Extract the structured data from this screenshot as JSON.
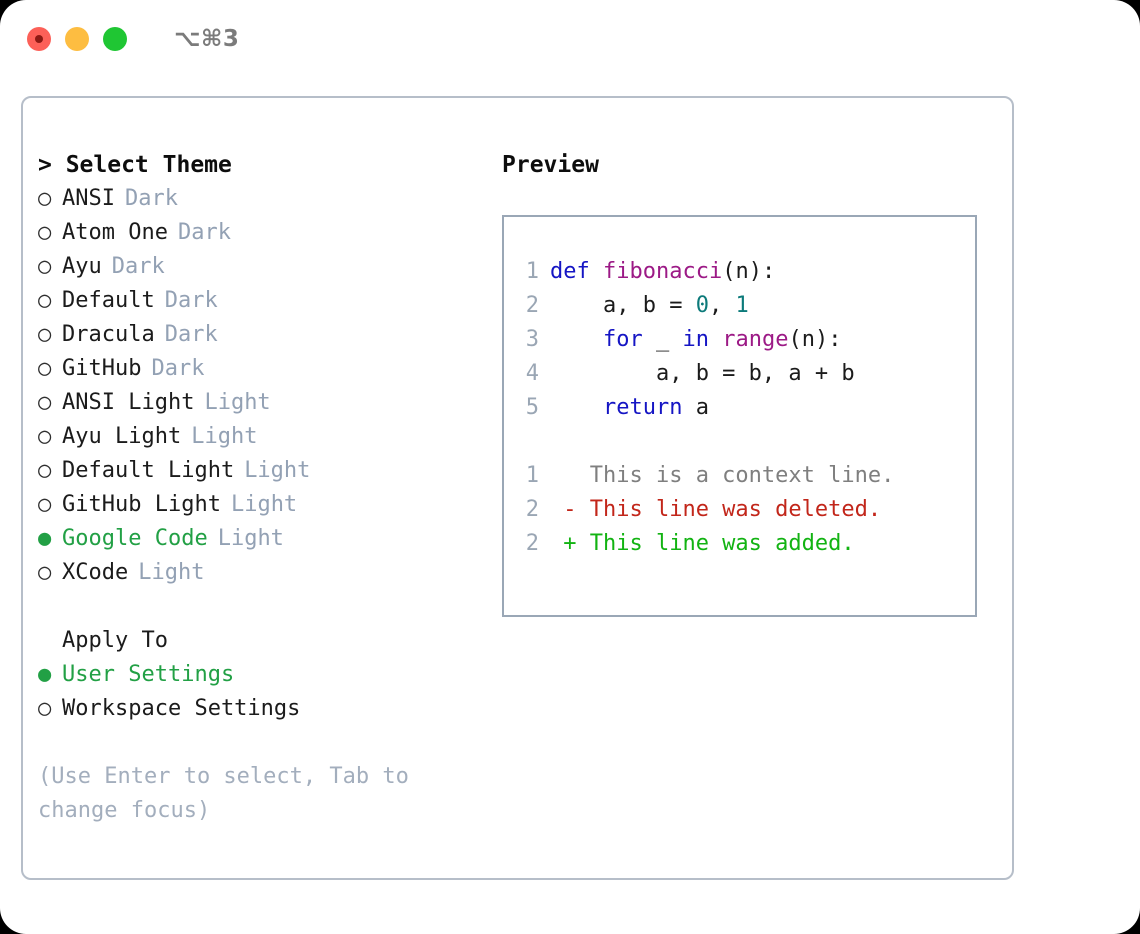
{
  "window": {
    "shortcut": "⌥⌘3",
    "traffic_lights": [
      "close",
      "minimize",
      "maximize"
    ],
    "colors": {
      "close": "#fc6058",
      "minimize": "#fdbd41",
      "maximize": "#1fc633",
      "accent_green": "#22a045",
      "tag_gray": "#93a1b4",
      "panel_border": "#b6bec9",
      "preview_border": "#9aa7b6"
    }
  },
  "theme_picker": {
    "heading": "> Select Theme",
    "marker_selected": "●",
    "marker_unselected": "○",
    "items": [
      {
        "label": "ANSI",
        "tag": "Dark",
        "selected": false
      },
      {
        "label": "Atom One",
        "tag": "Dark",
        "selected": false
      },
      {
        "label": "Ayu",
        "tag": "Dark",
        "selected": false
      },
      {
        "label": "Default",
        "tag": "Dark",
        "selected": false
      },
      {
        "label": "Dracula",
        "tag": "Dark",
        "selected": false
      },
      {
        "label": "GitHub",
        "tag": "Dark",
        "selected": false
      },
      {
        "label": "ANSI Light",
        "tag": "Light",
        "selected": false
      },
      {
        "label": "Ayu Light",
        "tag": "Light",
        "selected": false
      },
      {
        "label": "Default Light",
        "tag": "Light",
        "selected": false
      },
      {
        "label": "GitHub Light",
        "tag": "Light",
        "selected": false
      },
      {
        "label": "Google Code",
        "tag": "Light",
        "selected": true
      },
      {
        "label": "XCode",
        "tag": "Light",
        "selected": false
      }
    ]
  },
  "apply_to": {
    "title": "Apply To",
    "items": [
      {
        "label": "User Settings",
        "selected": true
      },
      {
        "label": "Workspace Settings",
        "selected": false
      }
    ]
  },
  "hint": "(Use Enter to select, Tab to change focus)",
  "preview": {
    "title": "Preview",
    "code_lines": [
      {
        "no": "1",
        "tokens": [
          {
            "t": "def ",
            "c": "kw"
          },
          {
            "t": "fibonacci",
            "c": "fn"
          },
          {
            "t": "(n):",
            "c": "punc"
          }
        ]
      },
      {
        "no": "2",
        "tokens": [
          {
            "t": "    a, b = ",
            "c": "pl"
          },
          {
            "t": "0",
            "c": "num"
          },
          {
            "t": ", ",
            "c": "pl"
          },
          {
            "t": "1",
            "c": "num"
          }
        ]
      },
      {
        "no": "3",
        "tokens": [
          {
            "t": "    for",
            "c": "kw"
          },
          {
            "t": " _ ",
            "c": "pl"
          },
          {
            "t": "in",
            "c": "kw"
          },
          {
            "t": " ",
            "c": "pl"
          },
          {
            "t": "range",
            "c": "fn"
          },
          {
            "t": "(n):",
            "c": "punc"
          }
        ]
      },
      {
        "no": "4",
        "tokens": [
          {
            "t": "        a, b = b, a + b",
            "c": "pl"
          }
        ]
      },
      {
        "no": "5",
        "tokens": [
          {
            "t": "    return",
            "c": "kw"
          },
          {
            "t": " a",
            "c": "pl"
          }
        ]
      }
    ],
    "diff_lines": [
      {
        "no": "1",
        "sign": " ",
        "text": "This is a context line.",
        "kind": "ctx"
      },
      {
        "no": "2",
        "sign": "-",
        "text": "This line was deleted.",
        "kind": "del"
      },
      {
        "no": "2",
        "sign": "+",
        "text": "This line was added.",
        "kind": "add"
      }
    ]
  }
}
